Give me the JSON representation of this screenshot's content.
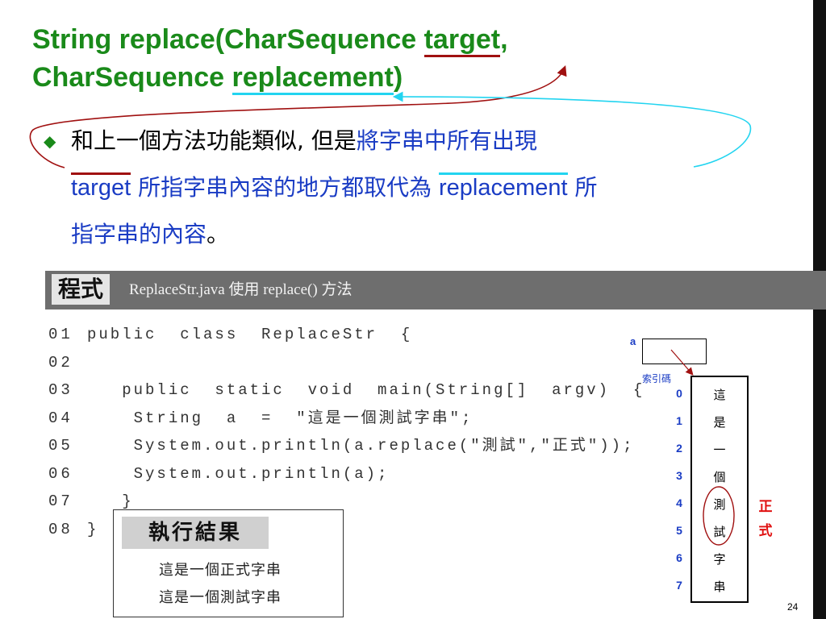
{
  "title": {
    "part1": "String replace(CharSequence ",
    "target": "target",
    "comma": ",",
    "part2": "CharSequence ",
    "replacement": "replacement",
    "close": ")"
  },
  "bullet": {
    "text1": "和上一個方法功能類似, 但是",
    "blue1": "將字串中所有出現",
    "kw_target": "target",
    "blue2": " 所指字串內容的地方都取代為 ",
    "kw_replacement": "replacement",
    "blue3": " 所指字串的內容",
    "end": "。"
  },
  "program": {
    "tag": "程式",
    "desc": "ReplaceStr.java 使用 replace() 方法"
  },
  "code_lines": [
    {
      "num": "01",
      "text": "public  class  ReplaceStr  {"
    },
    {
      "num": "02",
      "text": ""
    },
    {
      "num": "03",
      "text": "   public  static  void  main(String[]  argv)  {"
    },
    {
      "num": "04",
      "text": "    String  a  =  \"這是一個測試字串\";"
    },
    {
      "num": "05",
      "text": "    System.out.println(a.replace(\"測試\",\"正式\"));"
    },
    {
      "num": "06",
      "text": "    System.out.println(a);"
    },
    {
      "num": "07",
      "text": "   }"
    },
    {
      "num": "08",
      "text": "}"
    }
  ],
  "result": {
    "title": "執行結果",
    "lines": [
      "這是一個正式字串",
      "這是一個測試字串"
    ]
  },
  "diagram": {
    "var_label": "a",
    "index_label": "索引碼",
    "indices": [
      "0",
      "1",
      "2",
      "3",
      "4",
      "5",
      "6",
      "7"
    ],
    "chars": [
      "這",
      "是",
      "一",
      "個",
      "測",
      "試",
      "字",
      "串"
    ],
    "replacement_chars": [
      "正",
      "式"
    ]
  },
  "page_number": "24",
  "colors": {
    "title_green": "#1a8a1a",
    "text_blue": "#1a3cc4",
    "underline_red": "#a01010",
    "underline_cyan": "#22d4f0",
    "replacement_red": "#e01010"
  }
}
